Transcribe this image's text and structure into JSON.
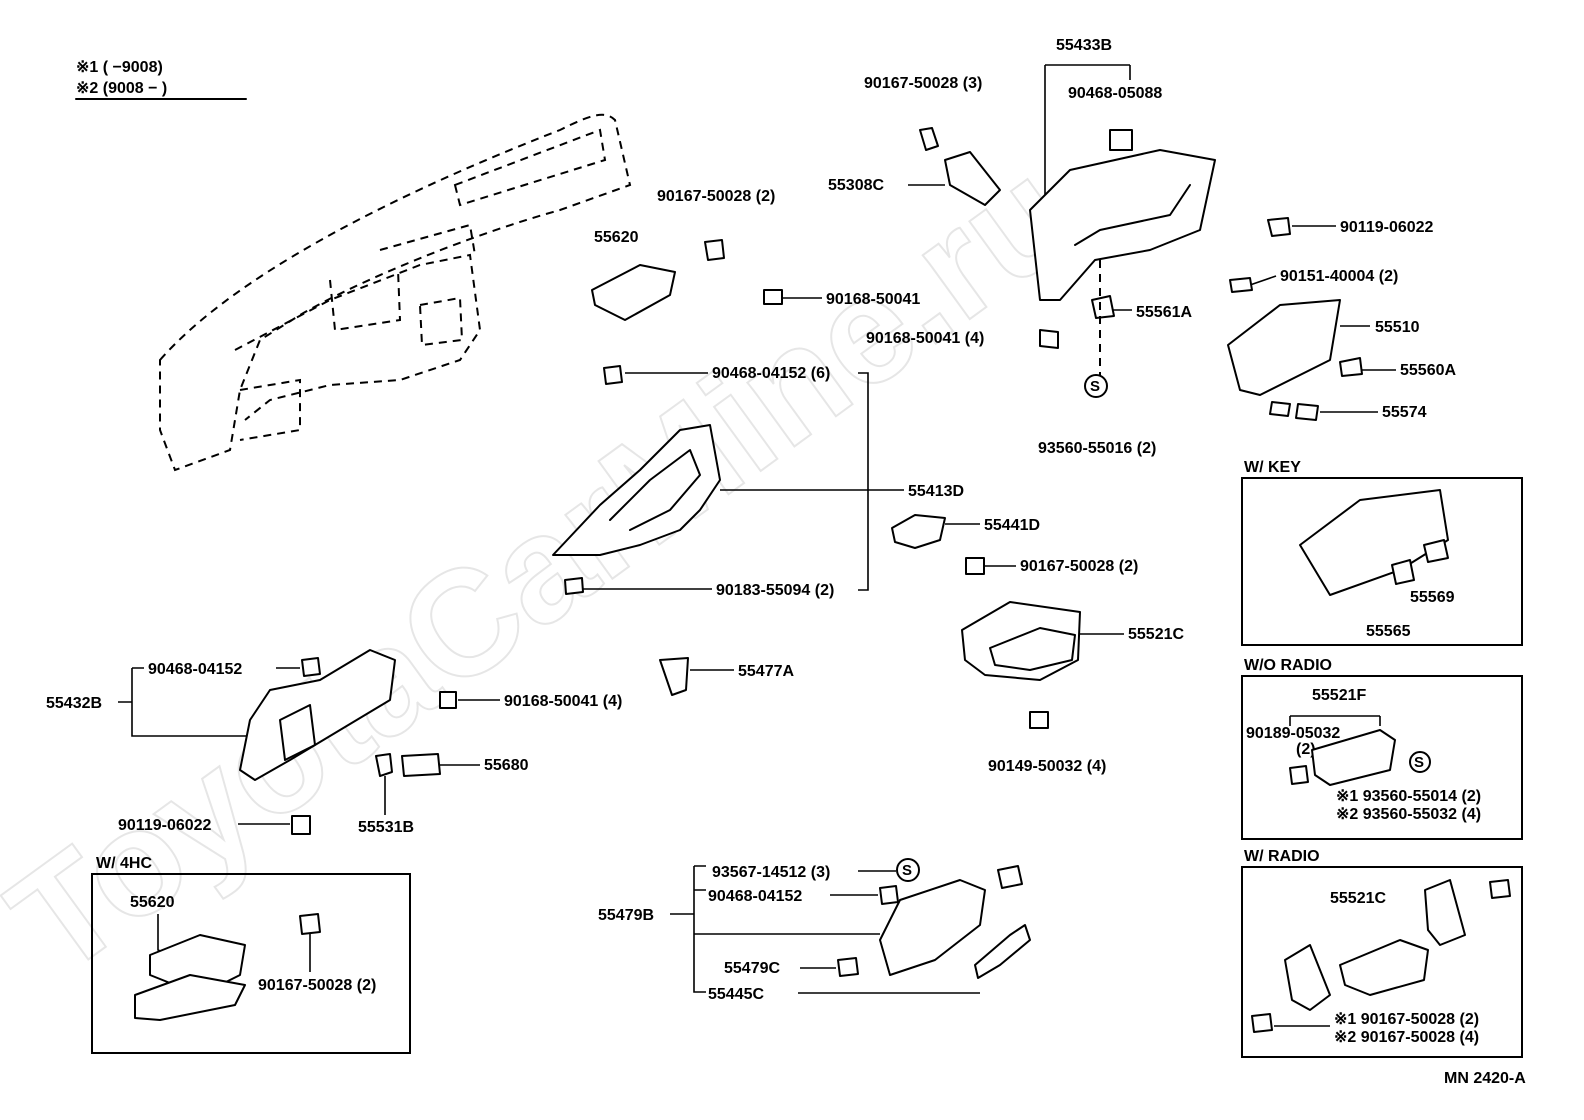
{
  "legend": {
    "line1": "※1 (        −9008)",
    "line2": "※2 (9008 −          )"
  },
  "watermark": "ToyotaCarMine.ru",
  "labels": {
    "p55433B": "55433B",
    "p90167_50028_3": "90167-50028 (3)",
    "p90468_05088": "90468-05088",
    "p55308C": "55308C",
    "p90119_06022_top": "90119-06022",
    "p90167_50028_2_top": "90167-50028 (2)",
    "p55620_top": "55620",
    "p90151_40004": "90151-40004 (2)",
    "p90168_50041_a": "90168-50041",
    "p55561A": "55561A",
    "p55510": "55510",
    "p90168_50041_4_top": "90168-50041 (4)",
    "p55560A": "55560A",
    "p90468_04152_6": "90468-04152 (6)",
    "p55574": "55574",
    "p93560_55016": "93560-55016 (2)",
    "p55413D": "55413D",
    "p55441D": "55441D",
    "p90167_50028_2_mid": "90167-50028 (2)",
    "p90183_55094": "90183-55094 (2)",
    "p55521C_mid": "55521C",
    "p90468_04152_left": "90468-04152",
    "p55432B": "55432B",
    "p90168_50041_4_left": "90168-50041 (4)",
    "p55477A": "55477A",
    "p55680": "55680",
    "p90149_50032": "90149-50032 (4)",
    "p90119_06022_left": "90119-06022",
    "p55531B": "55531B",
    "p93567_14512": "93567-14512 (3)",
    "p90468_04152_bot": "90468-04152",
    "p55479B": "55479B",
    "p55479C": "55479C",
    "p55445C": "55445C",
    "s_key_title": "W/ KEY",
    "p55569": "55569",
    "p55565": "55565",
    "s_radio_none_title": "W/O RADIO",
    "p55521F": "55521F",
    "p90189_05032": "90189-05032",
    "p90189_qty": "(2)",
    "p93560_55014": "※1 93560-55014 (2)",
    "p93560_55032": "※2 93560-55032 (4)",
    "s_radio_title": "W/ RADIO",
    "p55521C_radio": "55521C",
    "p90167_50028_r1": "※1 90167-50028 (2)",
    "p90167_50028_r2": "※2 90167-50028 (4)",
    "s_4hc_title": "W/ 4HC",
    "p55620_4hc": "55620",
    "p90167_50028_4hc": "90167-50028 (2)",
    "code": "MN 2420-A"
  }
}
